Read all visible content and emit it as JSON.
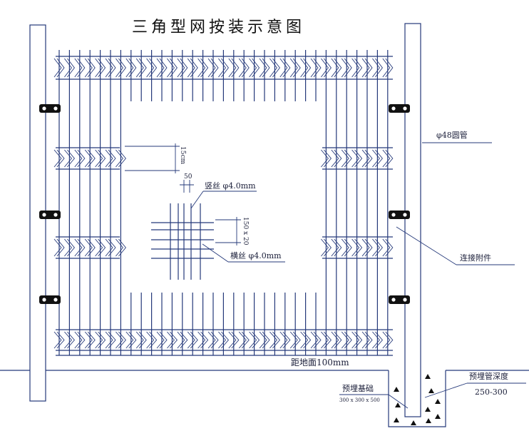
{
  "title": "三角型网按装示意图",
  "labels": {
    "pipe": "φ48圆管",
    "connector": "连接附件",
    "vertical_wire": "竖丝 φ4.0mm",
    "horizontal_wire": "横丝 φ4.0mm",
    "fold_height": "15cm",
    "mesh_width": "50",
    "mesh_size": "150 x 20",
    "ground_clearance": "距地面100mm",
    "foundation": "预埋基础",
    "foundation_size": "300 x 300 x 500",
    "embed_depth": "预埋管深度",
    "embed_depth_value": "250-300"
  },
  "colors": {
    "line": "#25397a",
    "clamp": "#111111",
    "background": "#ffffff"
  }
}
